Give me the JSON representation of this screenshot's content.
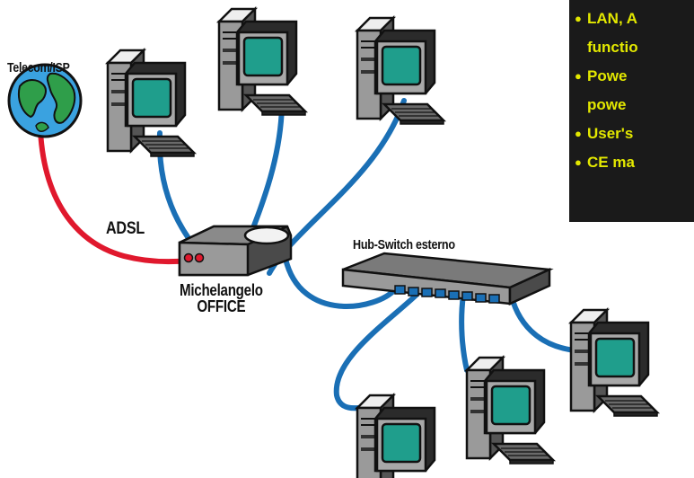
{
  "labels": {
    "isp": "Telecom/ISP",
    "adsl": "ADSL",
    "hub_switch": "Hub-Switch esterno",
    "router_line1": "Michelangelo",
    "router_line2": "OFFICE"
  },
  "features": [
    "LAN, A",
    "functio",
    "Powe",
    "powe",
    "User's",
    "CE ma"
  ],
  "feature_bullet": "●",
  "colors": {
    "lan_cable": "#1a6fb5",
    "adsl_cable": "#e0182d",
    "screen": "#1f9e8c",
    "ocean": "#3aa2e0",
    "land": "#2f9e4a",
    "device_gray": "#8a8a8a",
    "box_bg": "#1a1a1a",
    "box_text": "#e3e800"
  }
}
